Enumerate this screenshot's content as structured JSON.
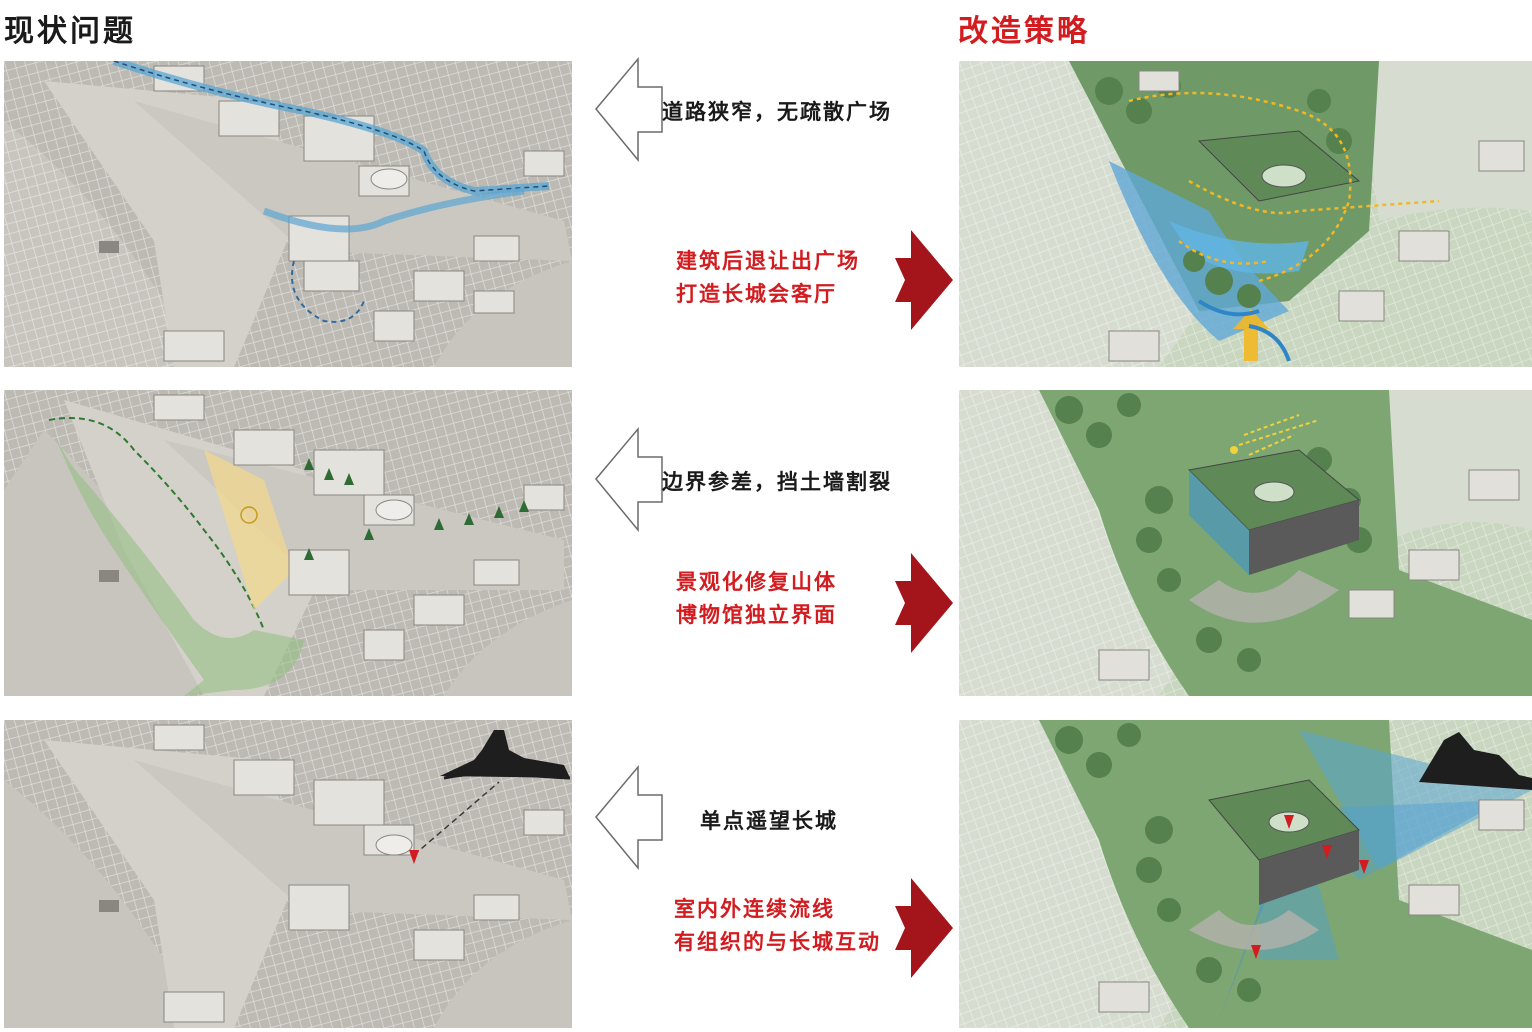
{
  "headers": {
    "left": "现状问题",
    "right": "改造策略"
  },
  "rows": [
    {
      "problem": "道路狭窄，无疏散广场",
      "strategy": [
        "建筑后退让出广场",
        "打造长城会客厅"
      ]
    },
    {
      "problem": "边界参差，挡土墙割裂",
      "strategy": [
        "景观化修复山体",
        "博物馆独立界面"
      ]
    },
    {
      "problem": "单点遥望长城",
      "strategy": [
        "室内外连续流线",
        "有组织的与长城互动"
      ]
    }
  ],
  "colors": {
    "accent_red": "#d21c20",
    "arrow_red": "#a3151b",
    "terrain_grey": "#d8d6d1",
    "terrain_green": "#c9d6c0",
    "water_blue": "#5aa5d2",
    "path_yellow": "#f2b824",
    "parking_yellow": "#f1d88e",
    "green_zone": "#8fbf7f"
  }
}
